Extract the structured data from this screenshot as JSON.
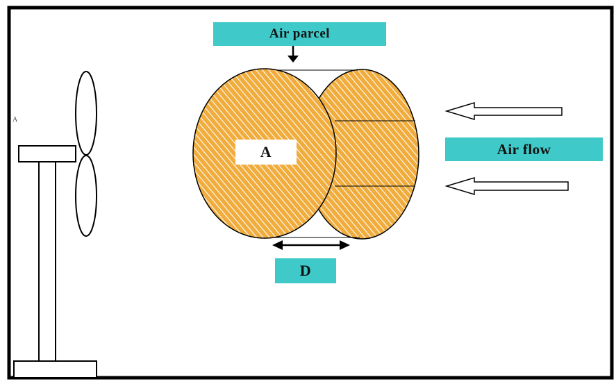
{
  "labels": {
    "air_parcel": "Air parcel",
    "air_flow": "Air flow",
    "area": "A",
    "diameter": "D",
    "stray_mark": "A"
  },
  "colors": {
    "label_bg": "#3fc9c9",
    "hatch_fill": "#f0ac3c",
    "hatch_line": "#ffffff",
    "outline": "#000000",
    "frame": "#000000"
  },
  "icons": {
    "fan": "fan-icon",
    "arrow_down": "arrow-down-icon",
    "arrow_left": "arrow-left-icon",
    "double_arrow": "double-arrow-icon"
  }
}
